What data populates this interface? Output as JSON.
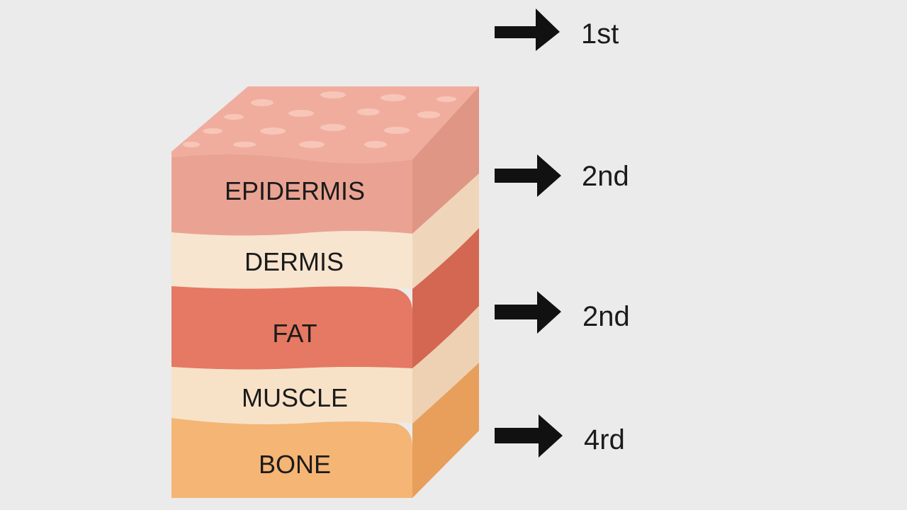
{
  "layers": [
    {
      "label": "EPIDERMIS",
      "front_color": "#eaa393",
      "side_color": "#e09684"
    },
    {
      "label": "DERMIS",
      "front_color": "#f7e5cf",
      "side_color": "#efd6bb"
    },
    {
      "label": "FAT",
      "front_color": "#e57963",
      "side_color": "#d46751"
    },
    {
      "label": "MUSCLE",
      "front_color": "#f7e2c8",
      "side_color": "#eed1b2"
    },
    {
      "label": "BONE",
      "front_color": "#f5b575",
      "side_color": "#e89f5c"
    }
  ],
  "top_face_color": "#f0ad9e",
  "pore_color": "#f7c6b9",
  "arrows": [
    {
      "label": "1st"
    },
    {
      "label": "2nd"
    },
    {
      "label": "2nd"
    },
    {
      "label": "4rd"
    }
  ],
  "arrow_color": "#111111",
  "background_color": "#ebebeb"
}
